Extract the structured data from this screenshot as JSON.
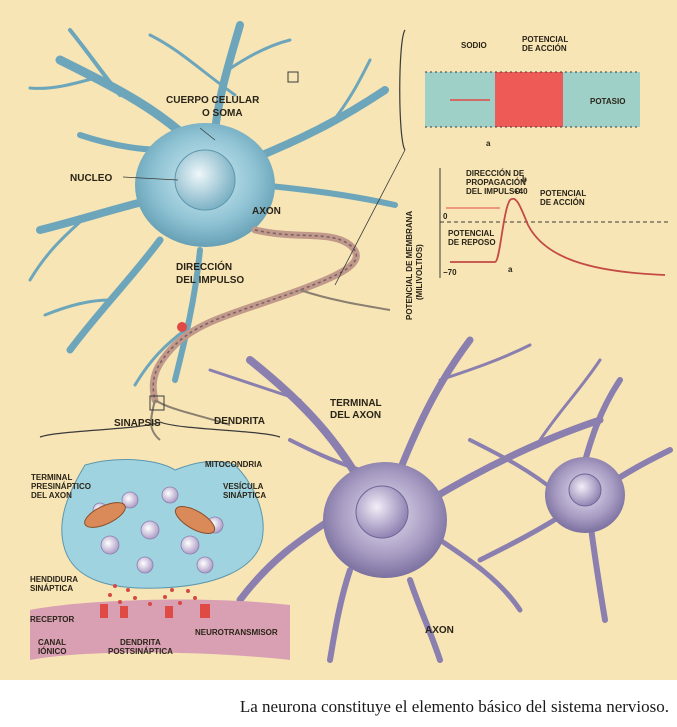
{
  "colors": {
    "background": "#f7e5b5",
    "neuron_blue": "#8fc3d4",
    "neuron_purple": "#a79bc2",
    "action_potential_red": "#ee5a55",
    "membrane_band": "#9fd0c8",
    "postsynaptic": "#d9a0b3"
  },
  "labels": {
    "cuerpo_celular_1": "CUERPO CELULAR",
    "cuerpo_celular_2": "O SOMA",
    "nucleo": "NUCLEO",
    "axon_top": "AXON",
    "direccion_1": "DIRECCIÓN",
    "direccion_2": "DEL IMPULSO",
    "sinapsis": "SINAPSIS",
    "dendrita": "DENDRITA",
    "terminal_1": "TERMINAL",
    "terminal_2": "DEL AXON",
    "axon_bottom": "AXON"
  },
  "membrane_inset": {
    "sodio": "SODIO",
    "potencial_1": "POTENCIAL",
    "potencial_2": "DE ACCIÓN",
    "potasio": "POTASIO",
    "marker_a": "a"
  },
  "graph_inset": {
    "y_label_1": "POTENCIAL DE MEMBRANA",
    "y_label_2": "(MILIVOLTIOS)",
    "direccion_1": "DIRECCIÓN DE",
    "direccion_2": "PROPAGACIÓN",
    "direccion_3": "DEL IMPULSO",
    "marker_b": "b",
    "tick_top": "+40",
    "tick_zero": "0",
    "tick_bottom": "−70",
    "pot_accion_1": "POTENCIAL",
    "pot_accion_2": "DE ACCIÓN",
    "pot_reposo_1": "POTENCIAL",
    "pot_reposo_2": "DE REPOSO",
    "marker_a": "a"
  },
  "synapse_inset": {
    "terminal_1": "TERMINAL",
    "terminal_2": "PRESINÁPTICO",
    "terminal_3": "DEL AXON",
    "mitocondria": "MITOCONDRIA",
    "vesicula_1": "VESÍCULA",
    "vesicula_2": "SINÁPTICA",
    "hendidura_1": "HENDIDURA",
    "hendidura_2": "SINÁPTICA",
    "receptor": "RECEPTOR",
    "canal_1": "CANAL",
    "canal_2": "IÓNICO",
    "neurotransmisor": "NEUROTRANSMISOR",
    "dendrita_1": "DENDRITA",
    "dendrita_2": "POSTSINÁPTICA"
  },
  "caption": "La neurona constituye el elemento básico del sistema nervioso."
}
